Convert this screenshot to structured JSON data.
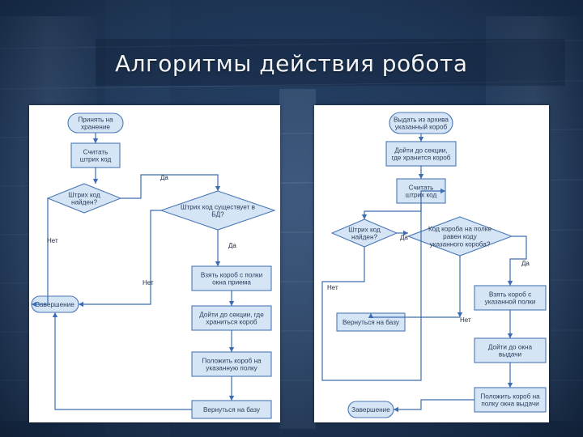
{
  "title": "Алгоритмы действия робота",
  "colors": {
    "background": "#1c3556",
    "node_fill": "#d6e5f6",
    "node_stroke": "#4a78b5",
    "edge": "#3c6db0",
    "text": "#2a3d5a"
  },
  "left_flowchart": {
    "nodes": {
      "start": {
        "lines": [
          "Принять на",
          "хранение"
        ]
      },
      "read": {
        "lines": [
          "Считать",
          "штрих код"
        ]
      },
      "found": {
        "lines": [
          "Штрих код",
          "найден?"
        ]
      },
      "exists": {
        "lines": [
          "Штрих код существует в",
          "БД?"
        ]
      },
      "take": {
        "lines": [
          "Взять короб с полки",
          "окна приема"
        ]
      },
      "goto": {
        "lines": [
          "Дойти до секции, где",
          "храниться короб"
        ]
      },
      "put": {
        "lines": [
          "Положить короб на",
          "указанную полку"
        ]
      },
      "return": {
        "lines": [
          "Вернуться на базу"
        ]
      },
      "end": {
        "lines": [
          "Завершение"
        ]
      }
    },
    "edge_labels": {
      "found_yes": "Да",
      "found_no": "Нет",
      "exists_yes": "Да",
      "exists_no": "Нет"
    }
  },
  "right_flowchart": {
    "nodes": {
      "start": {
        "lines": [
          "Выдать из архива",
          "указанный короб"
        ]
      },
      "goto": {
        "lines": [
          "Дойти до секции,",
          "где хранится короб"
        ]
      },
      "read": {
        "lines": [
          "Считать",
          "штрих код"
        ]
      },
      "found": {
        "lines": [
          "Штрих код",
          "найден?"
        ]
      },
      "match": {
        "lines": [
          "Код короба на полке",
          "равен коду",
          "указанного короба?"
        ]
      },
      "take": {
        "lines": [
          "Взять короб с",
          "указанной полки"
        ]
      },
      "return": {
        "lines": [
          "Вернуться на базу"
        ]
      },
      "deliver": {
        "lines": [
          "Дойти до окна",
          "выдачи"
        ]
      },
      "put": {
        "lines": [
          "Положить короб на",
          "полку окна выдачи"
        ]
      },
      "end": {
        "lines": [
          "Завершение"
        ]
      }
    },
    "edge_labels": {
      "found_yes": "Да",
      "found_no": "Нет",
      "match_yes": "Да",
      "match_no": "Нет"
    }
  }
}
